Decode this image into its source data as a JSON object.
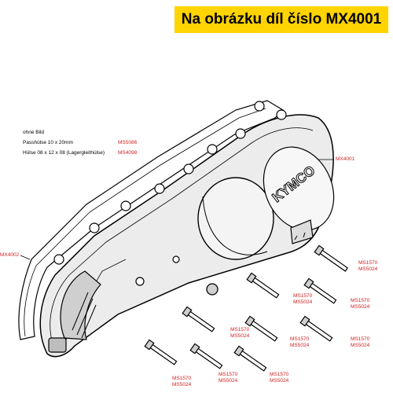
{
  "banner": {
    "title": "Na obrázku díl číslo MX4001"
  },
  "notes": {
    "line1": "ohne Bild",
    "line2_text": "Passhülse 10 x 20mm",
    "line2_code": "MS5086",
    "line3_text": "Hülse 08 x 12 x 08 (Lagergleithülse)",
    "line3_code": "MS4098"
  },
  "callouts": {
    "cover": "MX4001",
    "gasket": "MX4002",
    "bolt_code_a": "MS1570",
    "bolt_code_b": "MS5024"
  },
  "logo": {
    "text": "KYMCO"
  },
  "colors": {
    "banner": "#ffd400",
    "part_code": "#d21f1f",
    "line": "#000000",
    "shade": "#cfcfcf"
  }
}
